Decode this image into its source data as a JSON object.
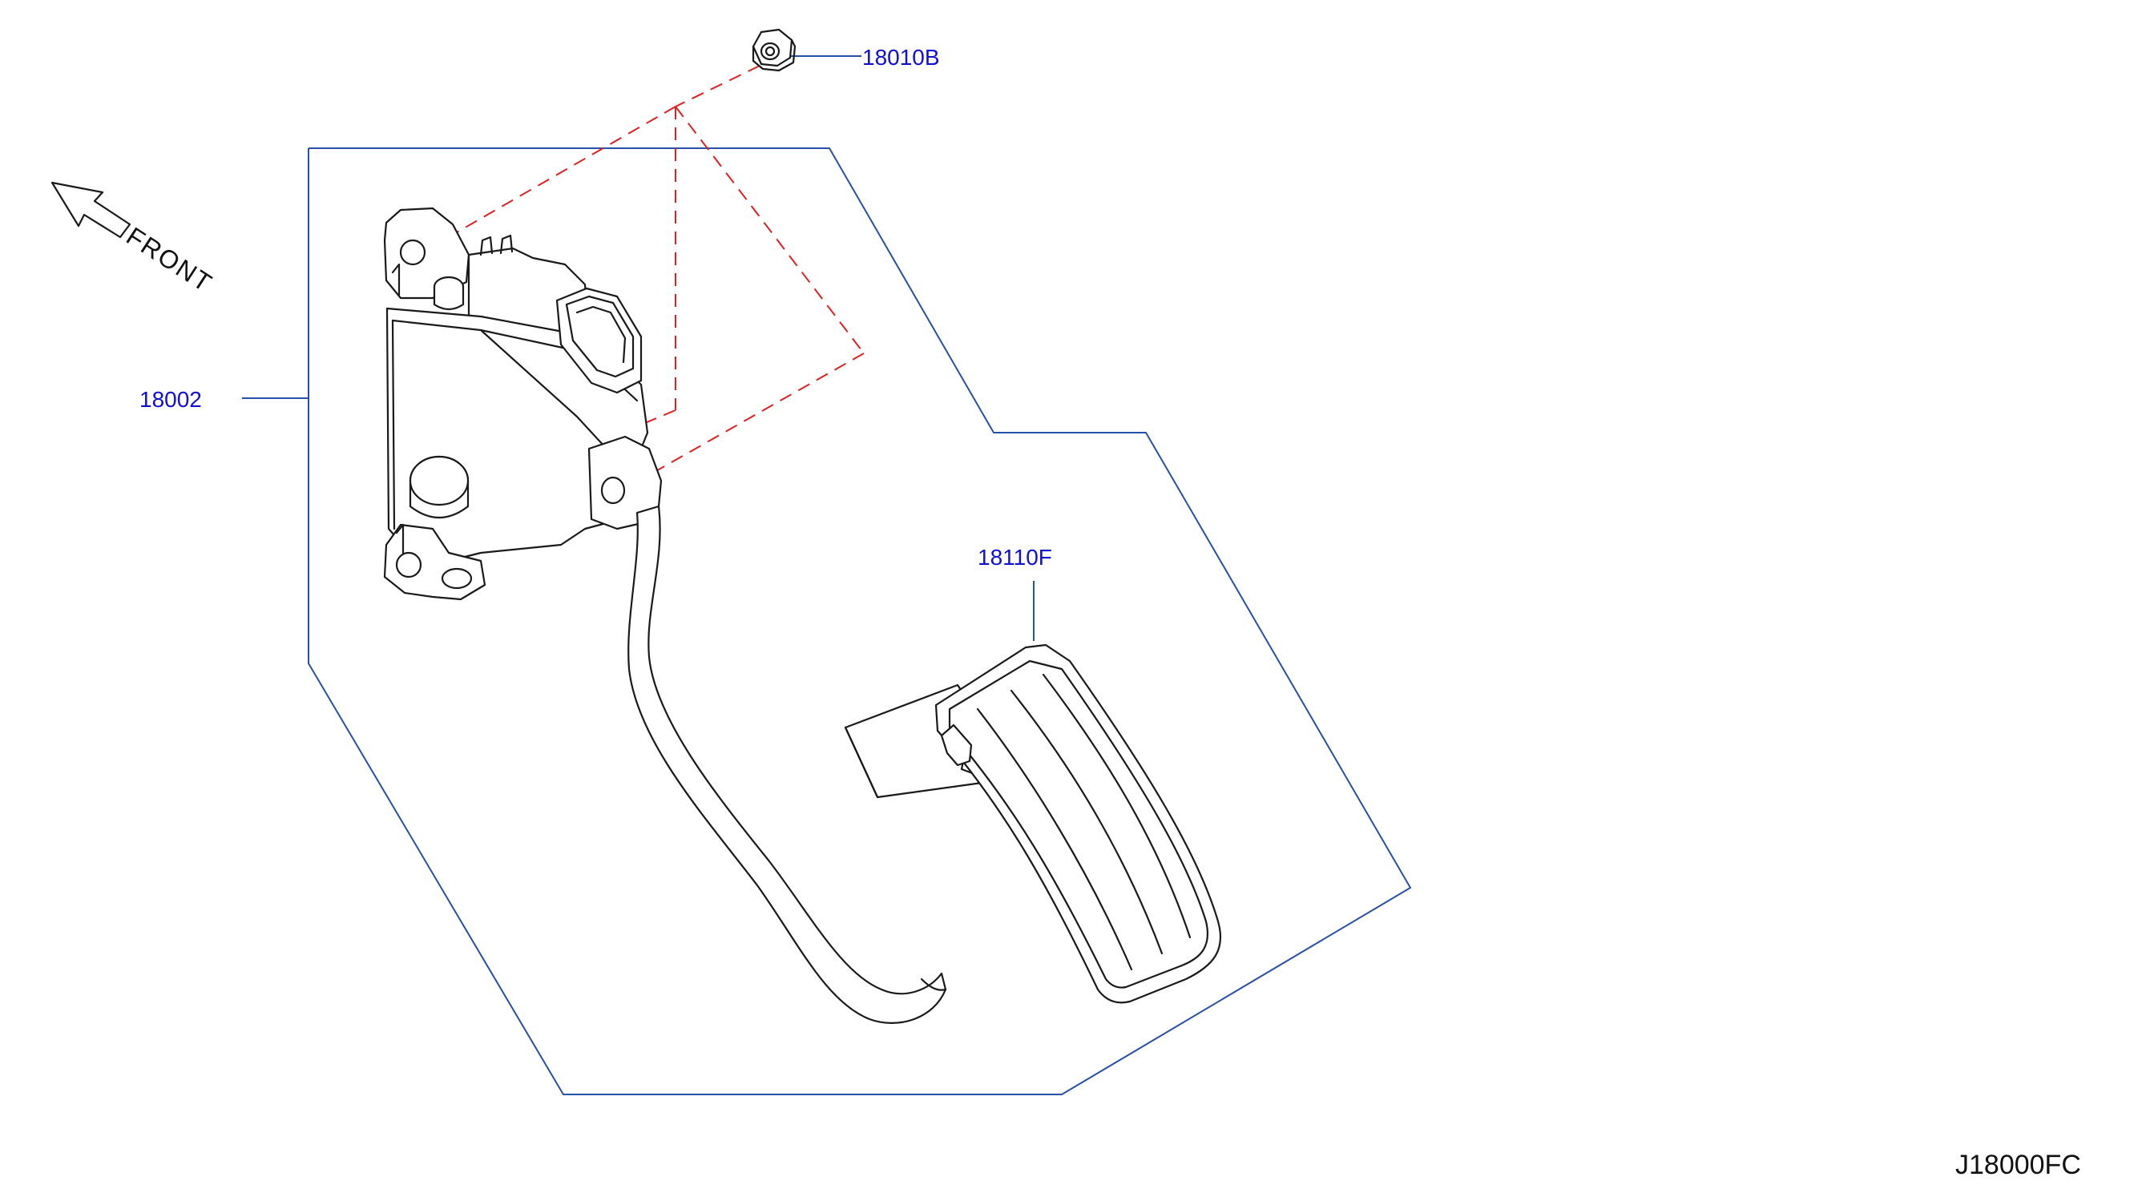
{
  "diagram": {
    "orientation_label": "FRONT",
    "reference_code": "J18000FC",
    "colors": {
      "callout_text": "#1010d0",
      "leader_line": "#2850a8",
      "hidden_line": "#e02020",
      "part_outline": "#1a1a1a"
    },
    "parts": [
      {
        "part_no": "18010B"
      },
      {
        "part_no": "18002"
      },
      {
        "part_no": "18110F"
      }
    ]
  }
}
